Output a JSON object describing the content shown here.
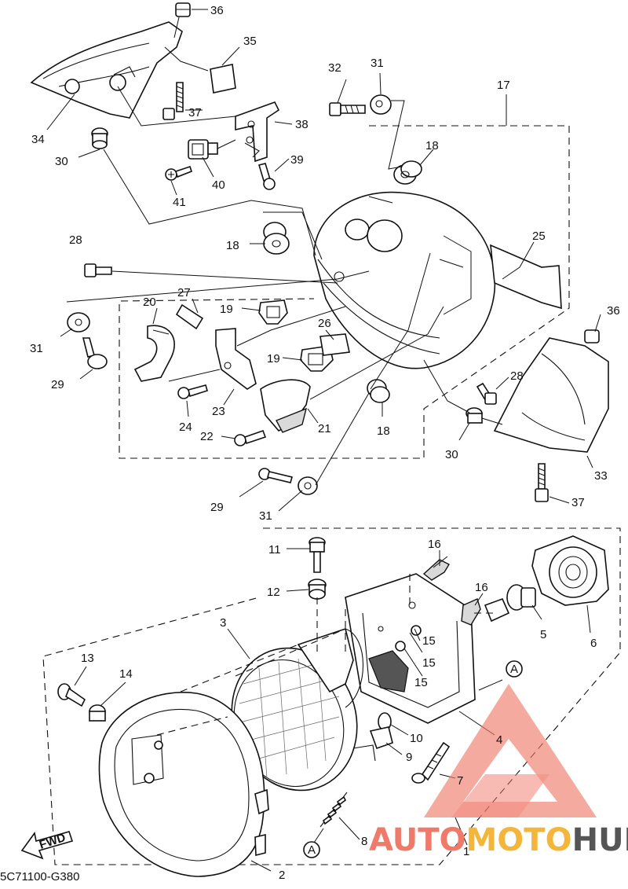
{
  "diagram_code": "5C71100-G380",
  "fwd_label": "FWD",
  "reference_marks": [
    "A",
    "A"
  ],
  "watermark": {
    "brand_part_1": "AUTO",
    "brand_part_2": "MOTO",
    "brand_part_3": "HUB",
    "colors": {
      "accent": "#f07a6a",
      "mid": "#f4b63a",
      "dark": "#555555"
    }
  },
  "callouts": [
    "1",
    "2",
    "3",
    "4",
    "5",
    "6",
    "7",
    "8",
    "9",
    "10",
    "11",
    "12",
    "13",
    "14",
    "15",
    "15",
    "15",
    "16",
    "16",
    "17",
    "18",
    "18",
    "18",
    "18",
    "19",
    "19",
    "20",
    "21",
    "22",
    "23",
    "24",
    "25",
    "26",
    "27",
    "28",
    "28",
    "29",
    "29",
    "30",
    "30",
    "31",
    "31",
    "31",
    "32",
    "33",
    "34",
    "35",
    "36",
    "36",
    "37",
    "37",
    "38",
    "39",
    "40",
    "41"
  ]
}
